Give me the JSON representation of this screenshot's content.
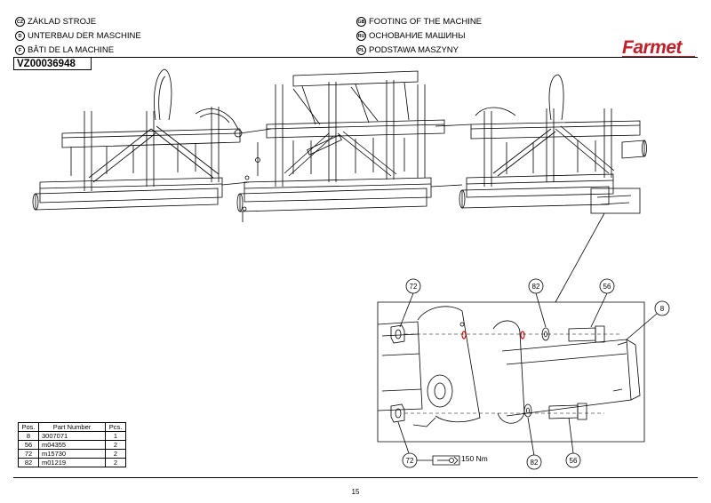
{
  "header": {
    "titles": [
      {
        "lang": "CZ",
        "text": "ZÁKLAD STROJE"
      },
      {
        "lang": "D",
        "text": "UNTERBAU DER MASCHINE"
      },
      {
        "lang": "F",
        "text": "BÂTI DE LA MACHINE"
      },
      {
        "lang": "GB",
        "text": "FOOTING OF THE MACHINE"
      },
      {
        "lang": "RU",
        "text": "ОСНОВАНИЕ МАШИНЫ"
      },
      {
        "lang": "PL",
        "text": "PODSTAWA MASZYNY"
      }
    ],
    "drawing_code": "VZ00036948",
    "logo": "Farmet"
  },
  "callouts": {
    "c72_top": "72",
    "c82_top": "82",
    "c56_top": "56",
    "c8": "8",
    "c72_bottom": "72",
    "c82_bottom": "82",
    "c56_bottom": "56"
  },
  "torque": "150 Nm",
  "parts_table": {
    "headers": [
      "Pos.",
      "Part Number",
      "Pcs."
    ],
    "rows": [
      [
        "8",
        "3007071",
        "1"
      ],
      [
        "56",
        "m04355",
        "2"
      ],
      [
        "72",
        "m15730",
        "2"
      ],
      [
        "82",
        "m01219",
        "2"
      ]
    ]
  },
  "page_number": "15",
  "colors": {
    "logo": "#c0202a",
    "highlight": "#d01010"
  }
}
